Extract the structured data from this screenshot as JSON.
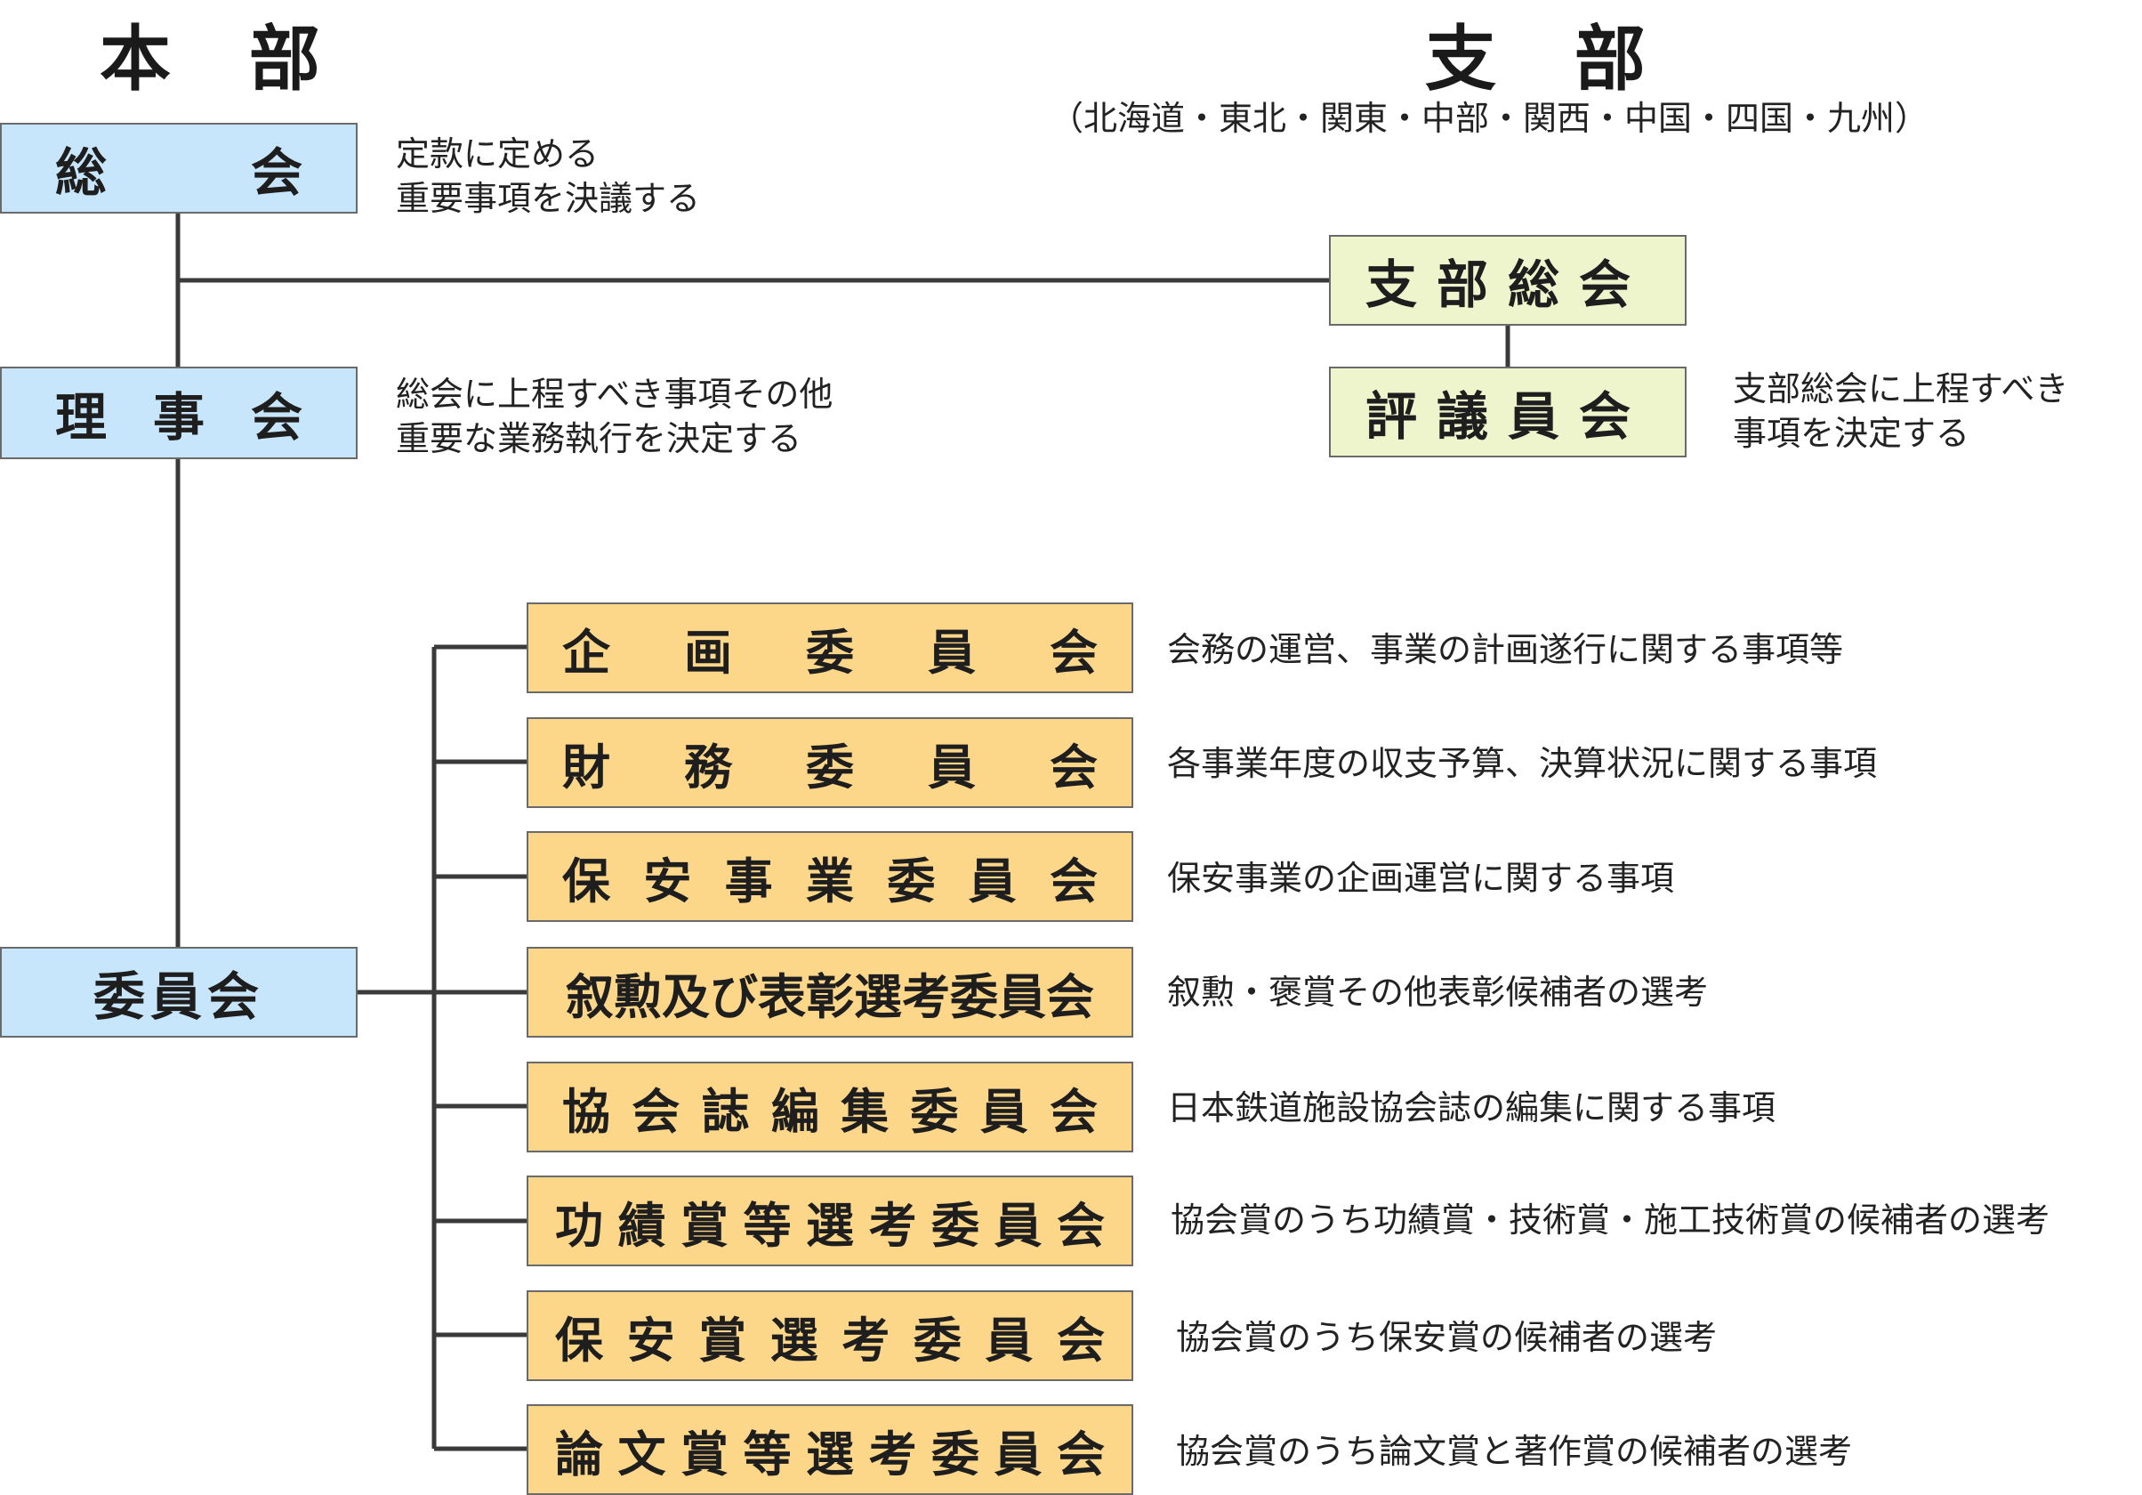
{
  "headquarters": {
    "title": "本 部"
  },
  "branch": {
    "title": "支 部",
    "regions": "（北海道・東北・関東・中部・関西・中国・四国・九州）"
  },
  "hq_bodies": {
    "general_meeting": {
      "label": "総会",
      "desc_1": "定款に定める",
      "desc_2": "重要事項を決議する"
    },
    "board": {
      "label": "理事会",
      "desc_1": "総会に上程すべき事項その他",
      "desc_2": "重要な業務執行を決定する"
    },
    "committees": {
      "label": "委員会"
    }
  },
  "branch_bodies": {
    "branch_general_meeting": {
      "label": "支部総会"
    },
    "council": {
      "label": "評議員会",
      "desc_1": "支部総会に上程すべき",
      "desc_2": "事項を決定する"
    }
  },
  "committee_list": [
    {
      "label": "企画委員会",
      "desc": "会務の運営、事業の計画遂行に関する事項等"
    },
    {
      "label": "財務委員会",
      "desc": "各事業年度の収支予算、決算状況に関する事項"
    },
    {
      "label": "保安事業委員会",
      "desc": "保安事業の企画運営に関する事項"
    },
    {
      "label": "叙勲及び表彰選考委員会",
      "desc": "叙勲・褒賞その他表彰候補者の選考"
    },
    {
      "label": "協会誌編集委員会",
      "desc": "日本鉄道施設協会誌の編集に関する事項"
    },
    {
      "label": "功績賞等選考委員会",
      "desc": "協会賞のうち功績賞・技術賞・施工技術賞の候補者の選考"
    },
    {
      "label": "保安賞選考委員会",
      "desc": "協会賞のうち保安賞の候補者の選考"
    },
    {
      "label": "論文賞等選考委員会",
      "desc": "協会賞のうち論文賞と著作賞の候補者の選考"
    }
  ],
  "colors": {
    "hq_box": "#c8e6fb",
    "branch_box": "#eef5cc",
    "committee_box": "#fcd689",
    "line": "#3a3a3a"
  }
}
